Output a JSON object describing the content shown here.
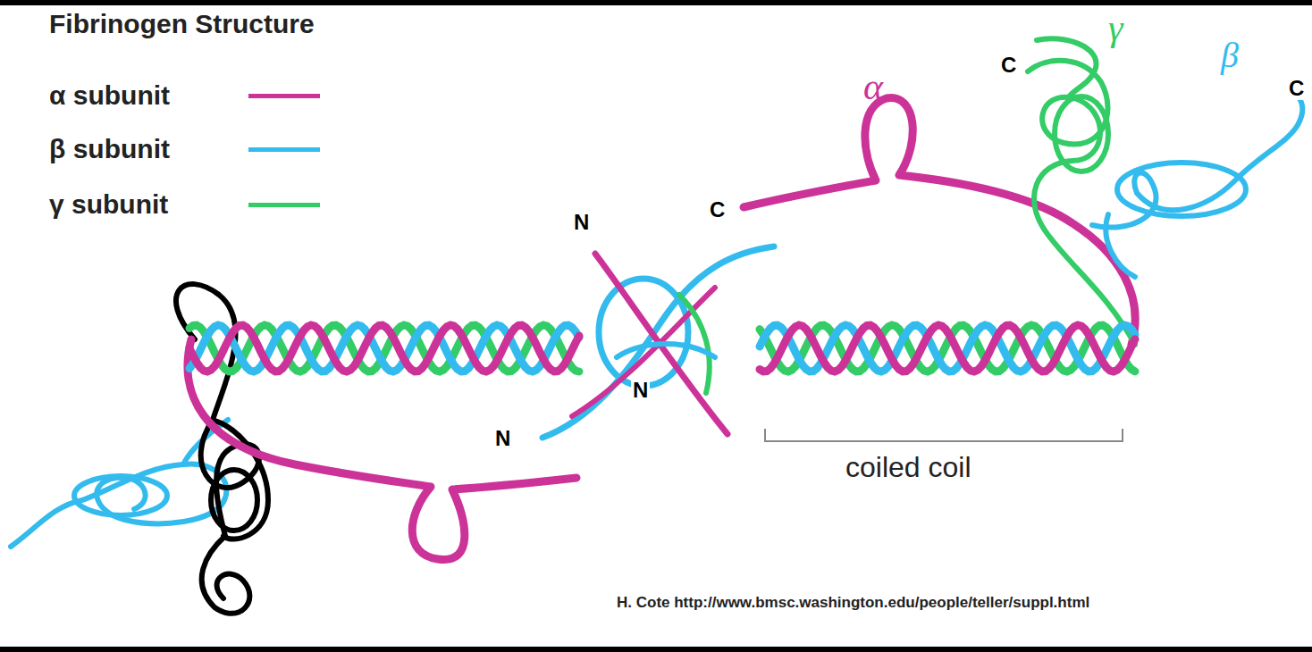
{
  "diagram": {
    "title": "Fibrinogen Structure",
    "labels": [
      "α",
      "γ",
      "β",
      "C",
      "C",
      "C",
      "N",
      "N",
      "N",
      "coiled coil",
      "H. Cote http://www.bmsc.washington.edu/people/teller/suppl.html"
    ],
    "legend": [
      {
        "text": "α subunit",
        "color": "#cc3399"
      },
      {
        "text": "β subunit",
        "color": "#33bbee"
      },
      {
        "text": "γ subunit",
        "color": "#33cc66"
      }
    ]
  }
}
